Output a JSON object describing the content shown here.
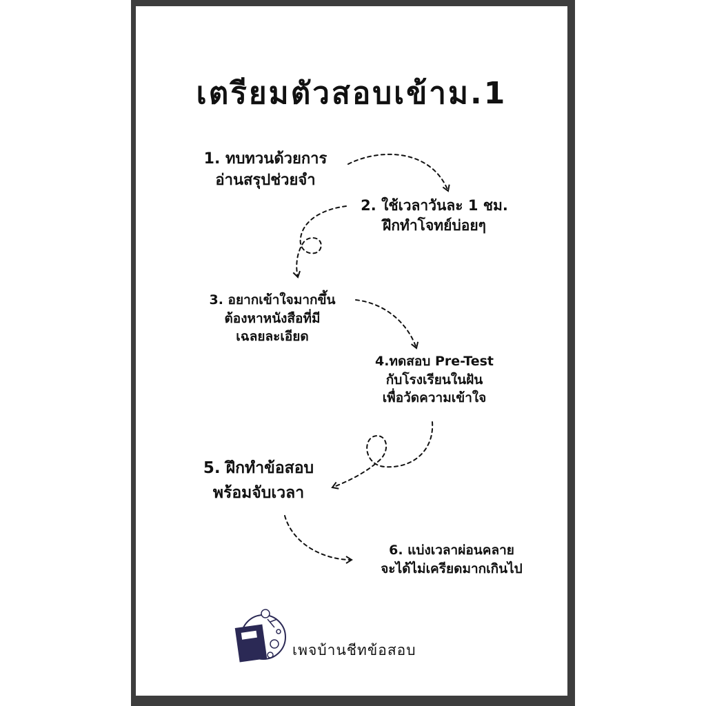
{
  "poster": {
    "title": "เตรียมตัวสอบเข้าม.1",
    "steps": [
      {
        "lines": [
          "1. ทบทวนด้วยการ",
          "อ่านสรุปช่วยจำ"
        ]
      },
      {
        "lines": [
          "2. ใช้เวลาวันละ 1 ชม.",
          "ฝึกทำโจทย์บ่อยๆ"
        ]
      },
      {
        "lines": [
          "3. อยากเข้าใจมากขึ้น",
          "ต้องหาหนังสือที่มี",
          "เฉลยละเอียด"
        ]
      },
      {
        "lines": [
          "4.ทดสอบ Pre-Test",
          "กับโรงเรียนในฝัน",
          "เพื่อวัดความเข้าใจ"
        ]
      },
      {
        "lines": [
          "5. ฝึกทำข้อสอบ",
          "พร้อมจับเวลา"
        ]
      },
      {
        "lines": [
          "6. แบ่งเวลาผ่อนคลาย",
          "จะได้ไม่เครียดมากเกินไป"
        ]
      }
    ],
    "footer": {
      "page_name": "เพจบ้านชีทข้อสอบ",
      "logo_icon": "book-moon-logo-icon"
    }
  },
  "colors": {
    "frame": "#3d3d3d",
    "text": "#111111",
    "logo_book": "#2b2955"
  }
}
